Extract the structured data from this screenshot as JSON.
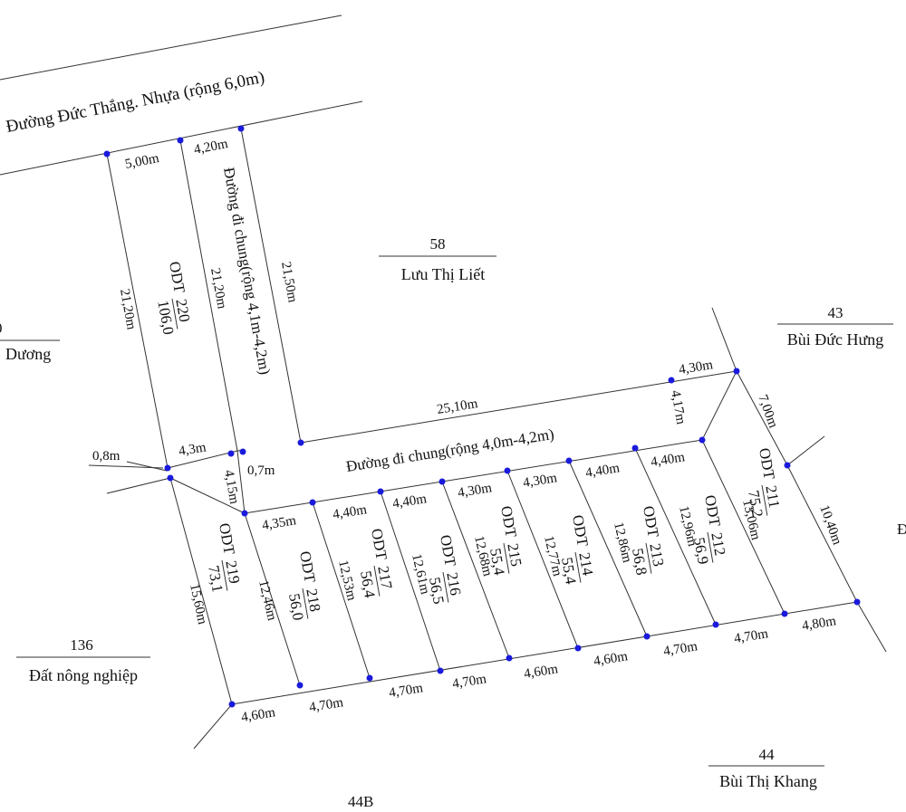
{
  "map": {
    "road_top": "Đường Đức Thắng. Nhựa (rộng 6,0m)",
    "path_vertical": "Đường đi chung(rộng 4,1m-4,2m)",
    "path_horizontal": "Đường đi chung(rộng 4,0m-4,2m)",
    "neighbors": [
      {
        "number": "58",
        "owner": "Lưu Thị Liết"
      },
      {
        "number": "43",
        "owner": "Bùi Đức Hưng"
      },
      {
        "number": "136",
        "owner": "Đất nông nghiệp"
      },
      {
        "number": "44",
        "owner": "Bùi Thị Khang"
      },
      {
        "number": "0",
        "owner": "Dương"
      }
    ],
    "plot_44b": "44B",
    "edge_char": "Đ",
    "parcels": [
      {
        "type": "ODT",
        "number": "220",
        "area": "106,0"
      },
      {
        "type": "ODT",
        "number": "219",
        "area": "73,1"
      },
      {
        "type": "ODT",
        "number": "218",
        "area": "56,0"
      },
      {
        "type": "ODT",
        "number": "217",
        "area": "56,4"
      },
      {
        "type": "ODT",
        "number": "216",
        "area": "56,5"
      },
      {
        "type": "ODT",
        "number": "215",
        "area": "55,4"
      },
      {
        "type": "ODT",
        "number": "214",
        "area": "55,4"
      },
      {
        "type": "ODT",
        "number": "213",
        "area": "56,8"
      },
      {
        "type": "ODT",
        "number": "212",
        "area": "56,9"
      },
      {
        "type": "ODT",
        "number": "211",
        "area": "75,2"
      }
    ],
    "dims": {
      "top_5_00": "5,00m",
      "top_4_20": "4,20m",
      "left_21_20": "21,20m",
      "mid_21_20": "21,20m",
      "right_21_50": "21,50m",
      "len_25_10": "25,10m",
      "r_4_30": "4,30m",
      "r_4_17": "4,17m",
      "r_7_00": "7,00m",
      "r_10_40": "10,40m",
      "j_0_8": "0,8m",
      "j_4_3": "4,3m",
      "j_0_7": "0,7m",
      "j_4_15": "4,15m",
      "l_15_60": "15,60m",
      "f_4_35": "4,35m",
      "f_4_40a": "4,40m",
      "f_4_40b": "4,40m",
      "f_4_30a": "4,30m",
      "f_4_30b": "4,30m",
      "f_4_40c": "4,40m",
      "f_4_40d": "4,40m",
      "d_12_46": "12,46m",
      "d_12_53": "12,53m",
      "d_12_61": "12,61m",
      "d_12_68": "12,68m",
      "d_12_77": "12,77m",
      "d_12_86": "12,86m",
      "d_12_96": "12,96m",
      "d_13_06": "13,06m",
      "b_4_60a": "4,60m",
      "b_4_70a": "4,70m",
      "b_4_70b": "4,70m",
      "b_4_70c": "4,70m",
      "b_4_60b": "4,60m",
      "b_4_60c": "4,60m",
      "b_4_70d": "4,70m",
      "b_4_70e": "4,70m",
      "b_4_80": "4,80m"
    }
  }
}
